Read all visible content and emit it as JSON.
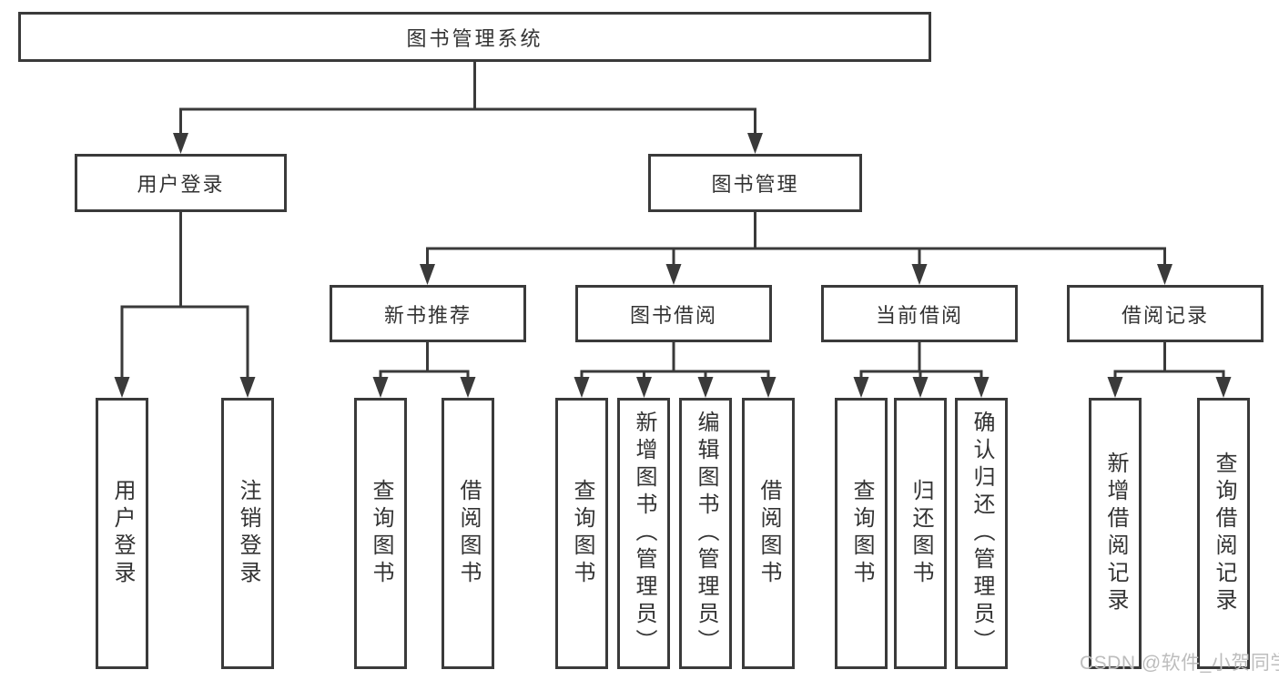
{
  "diagram": {
    "root": "图书管理系统",
    "branches": [
      {
        "label": "用户登录",
        "leaves": [
          "用户登录",
          "注销登录"
        ]
      },
      {
        "label": "图书管理",
        "groups": [
          {
            "label": "新书推荐",
            "leaves": [
              "查询图书",
              "借阅图书"
            ]
          },
          {
            "label": "图书借阅",
            "leaves": [
              "查询图书",
              "新增图书（管理员）",
              "编辑图书（管理员）",
              "借阅图书"
            ]
          },
          {
            "label": "当前借阅",
            "leaves": [
              "查询图书",
              "归还图书",
              "确认归还（管理员）"
            ]
          },
          {
            "label": "借阅记录",
            "leaves": [
              "新增借阅记录",
              "查询借阅记录"
            ]
          }
        ]
      }
    ]
  },
  "watermark": "CSDN @软件_小贺同学",
  "colors": {
    "line": "#3a3a3a",
    "box_border": "#3a3a3a",
    "text": "#333333",
    "watermark_text": "#bdbdbd",
    "background": "#ffffff"
  }
}
